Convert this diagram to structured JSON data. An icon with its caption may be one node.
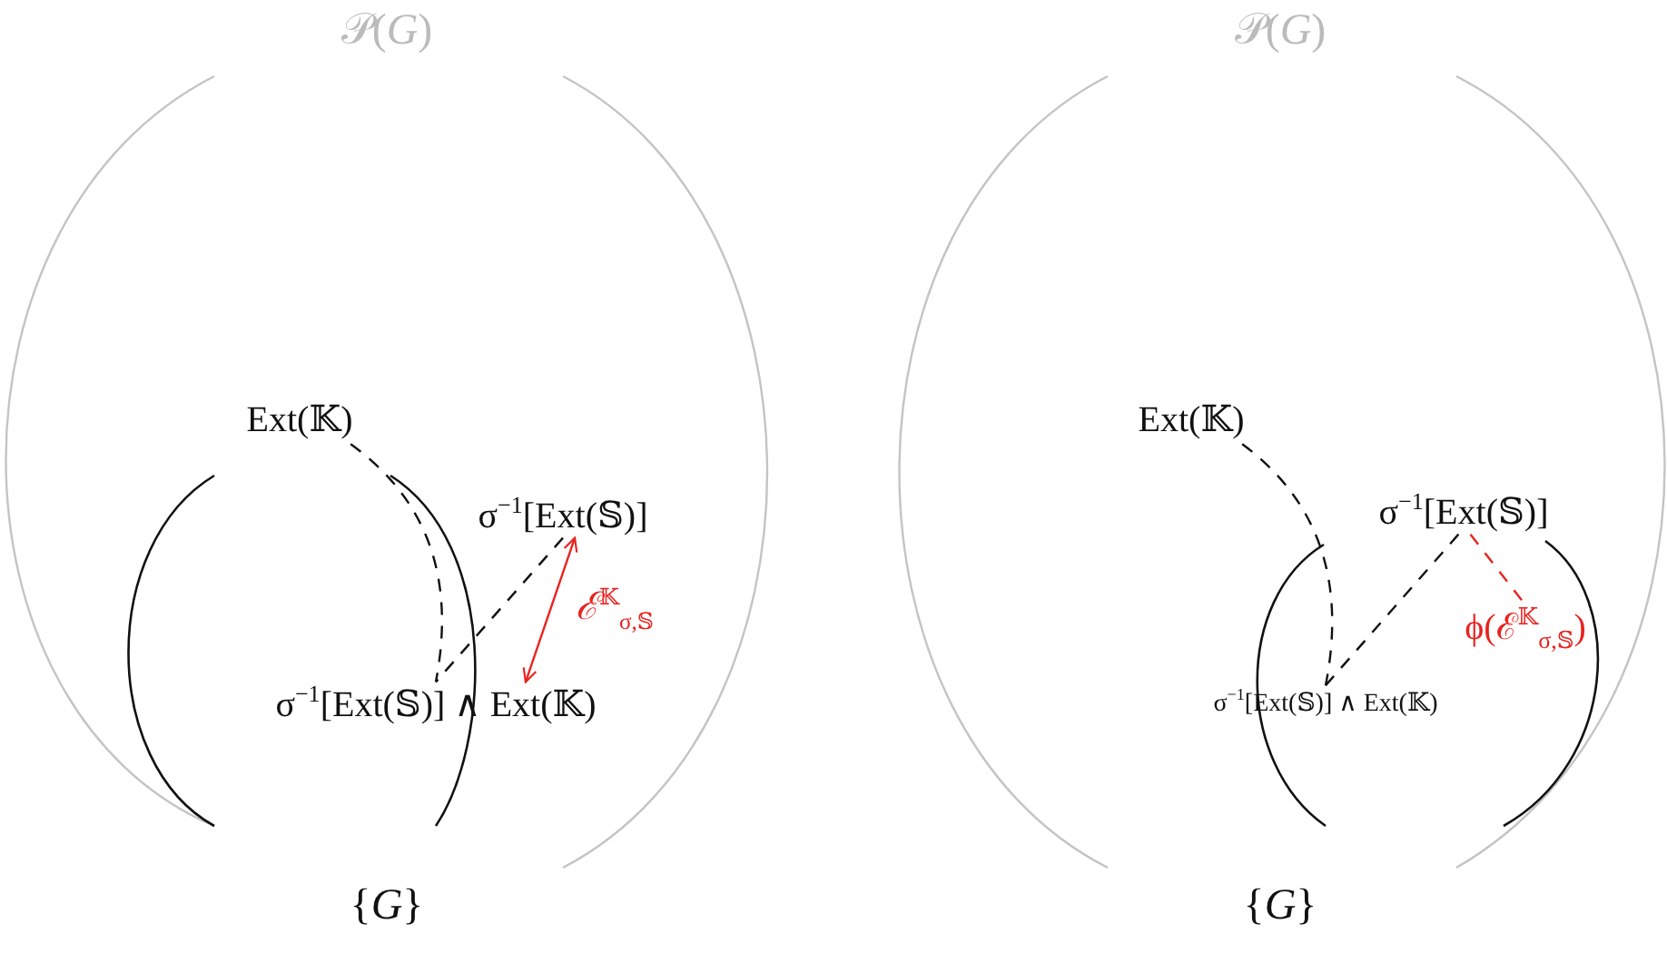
{
  "diagram": {
    "nodes": [
      {
        "text": [
          "𝒫(*G*)"
        ]
      },
      {
        "text": [
          "Ext(𝕂)"
        ]
      },
      {
        "text": [
          "σ$^{−1}$[Ext(𝕊)]"
        ]
      },
      {
        "text": [
          "σ$^{−1}$[Ext(𝕊)] ∧ Ext(𝕂)"
        ]
      },
      {
        "text": [
          "{*G*}"
        ]
      },
      {
        "text": [
          "𝒫(*G*)"
        ]
      },
      {
        "text": [
          "Ext(𝕂)"
        ]
      },
      {
        "text": [
          "σ$^{−1}$[Ext(𝕊)]"
        ]
      },
      {
        "text": [
          "ϕ(ℰ$^{𝕂}$$_{σ,𝕊}$)"
        ]
      },
      {
        "text": [
          "σ$^{−1}$[Ext(𝕊)] ∧ Ext(𝕂)"
        ]
      },
      {
        "text": [
          "{*G*}"
        ]
      }
    ],
    "edges": [
      {
        "from": 1,
        "to": 3,
        "arrow": "none",
        "style": "dashed"
      },
      {
        "from": 2,
        "to": 3,
        "arrow": "none",
        "style": "dashed"
      },
      {
        "from": 2,
        "to": 3,
        "arrow": "both",
        "color": "#e8231f",
        "label": "ℰ$^{𝕂}$$_{σ,𝕊}$"
      },
      {
        "from": 6,
        "to": 9,
        "arrow": "none",
        "style": "dashed"
      },
      {
        "from": 7,
        "to": 9,
        "arrow": "none",
        "style": "dashed"
      },
      {
        "from": 7,
        "to": 8,
        "arrow": "none",
        "style": "dashed",
        "color": "#e8231f"
      }
    ]
  }
}
